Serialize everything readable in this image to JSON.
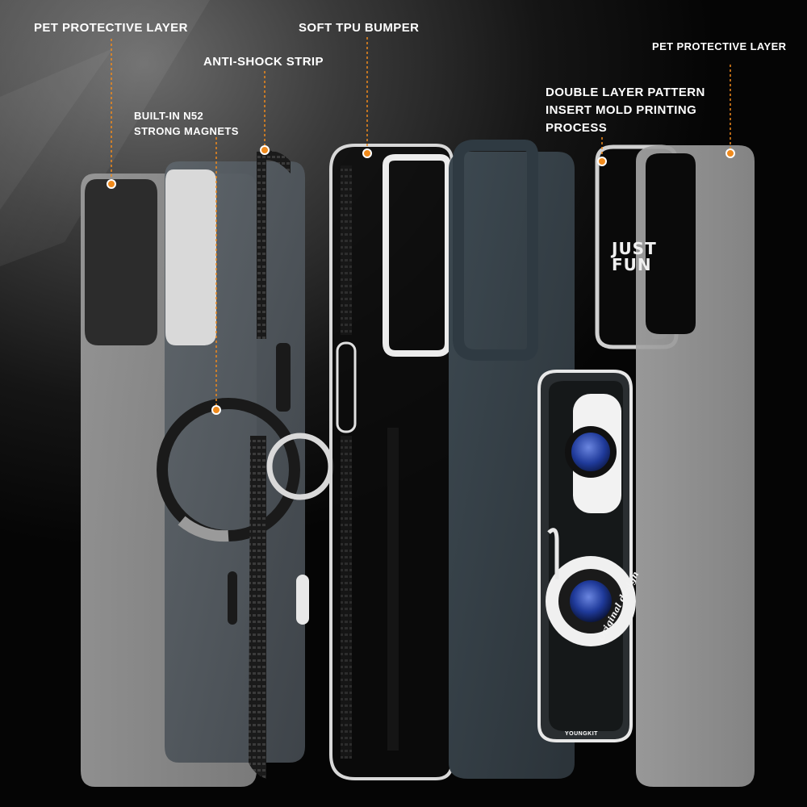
{
  "callouts": {
    "pet_left": "PET PROTECTIVE LAYER",
    "soft_tpu": "SOFT TPU BUMPER",
    "anti_shock": "ANTI-SHOCK STRIP",
    "magnets_line1": "BUILT-IN N52",
    "magnets_line2": "STRONG MAGNETS",
    "pet_right": "PET PROTECTIVE LAYER",
    "double_line1": "DOUBLE LAYER PATTERN",
    "double_line2": "INSERT MOLD PRINTING",
    "double_line3": "PROCESS"
  },
  "camera_cover": {
    "line1": "JUST",
    "line2": "FUN"
  },
  "print": {
    "script": "Original design",
    "brand": "YOUNGKIT"
  },
  "colors": {
    "accent": "#f08a1c",
    "leader": "#f08a1c"
  }
}
